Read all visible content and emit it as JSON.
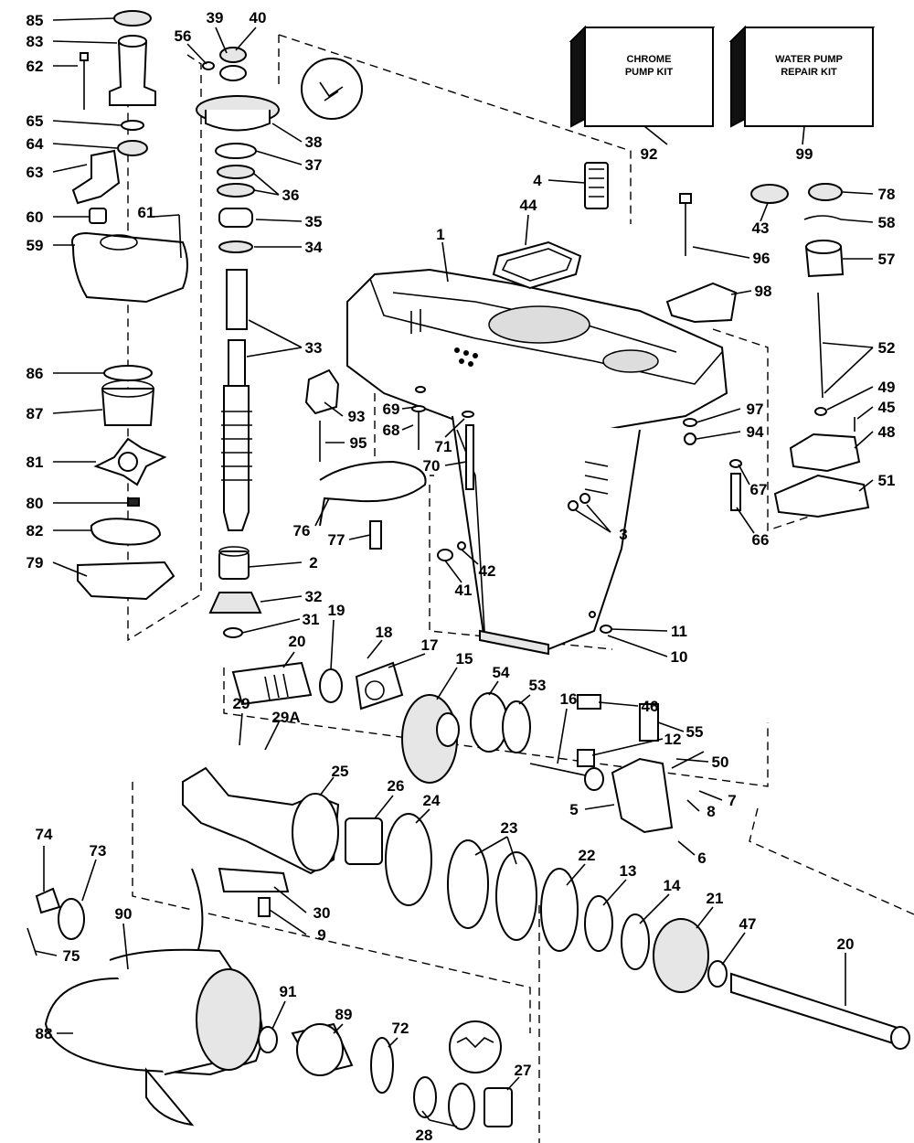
{
  "kits": [
    {
      "label_line1": "CHROME",
      "label_line2": "PUMP KIT",
      "number": "92"
    },
    {
      "label_line1": "WATER PUMP",
      "label_line2": "REPAIR KIT",
      "number": "99"
    }
  ],
  "callouts": [
    "85",
    "83",
    "62",
    "65",
    "64",
    "63",
    "60",
    "61",
    "59",
    "86",
    "87",
    "81",
    "80",
    "82",
    "79",
    "56",
    "39",
    "40",
    "38",
    "37",
    "36",
    "35",
    "34",
    "33",
    "2",
    "32",
    "31",
    "20",
    "19",
    "18",
    "17",
    "29",
    "29A",
    "15",
    "54",
    "53",
    "16",
    "46",
    "12",
    "55",
    "50",
    "7",
    "8",
    "5",
    "6",
    "25",
    "26",
    "24",
    "23",
    "22",
    "13",
    "14",
    "21",
    "47",
    "20",
    "74",
    "73",
    "90",
    "75",
    "88",
    "91",
    "89",
    "72",
    "27",
    "28",
    "30",
    "9",
    "4",
    "44",
    "1",
    "43",
    "96",
    "98",
    "78",
    "58",
    "57",
    "52",
    "49",
    "45",
    "48",
    "51",
    "97",
    "94",
    "67",
    "66",
    "93",
    "69",
    "68",
    "71",
    "95",
    "70",
    "76",
    "77",
    "3",
    "42",
    "41",
    "11",
    "10"
  ]
}
